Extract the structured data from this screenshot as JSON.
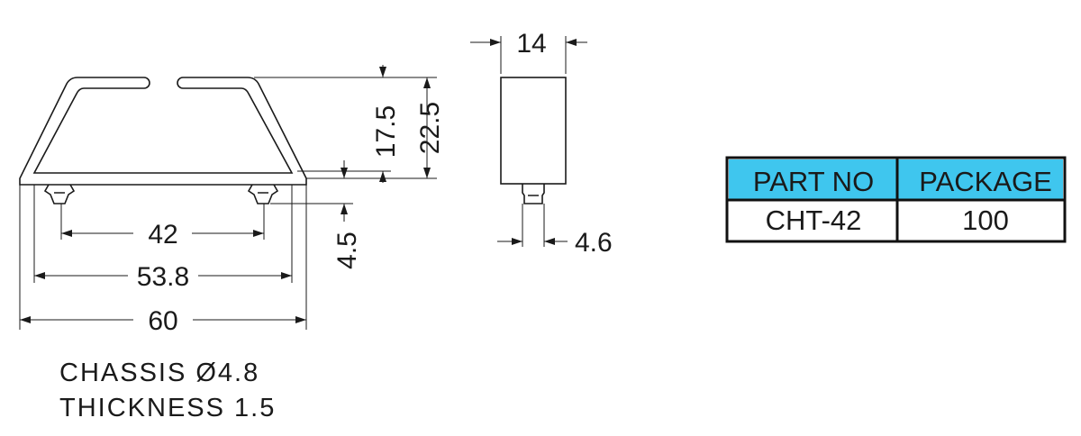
{
  "dimensions": {
    "width_14": "14",
    "height_17_5": "17.5",
    "height_22_5": "22.5",
    "pitch_42": "42",
    "width_53_8": "53.8",
    "width_60": "60",
    "height_4_5": "4.5",
    "pin_4_6": "4.6"
  },
  "notes": {
    "chassis": "CHASSIS Ø4.8",
    "thickness": "THICKNESS 1.5"
  },
  "table": {
    "headers": [
      "PART NO",
      "PACKAGE"
    ],
    "rows": [
      [
        "CHT-42",
        "100"
      ]
    ],
    "header_color": "#3fc6ee",
    "border_color": "#111111"
  }
}
